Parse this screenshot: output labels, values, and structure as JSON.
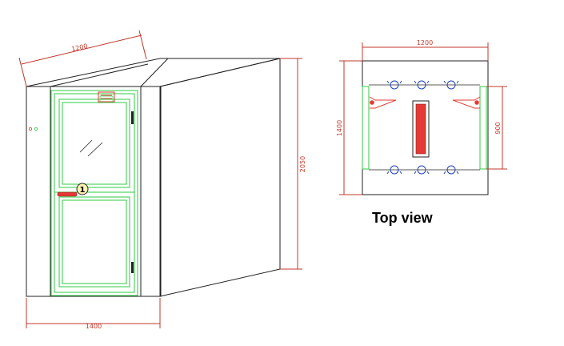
{
  "front_view": {
    "dim_width_top": "1200",
    "dim_height": "2050",
    "dim_depth_bottom": "1400",
    "callout_marker": "1"
  },
  "top_view": {
    "dim_width": "1200",
    "dim_depth": "1400",
    "dim_inner": "900",
    "caption": "Top view"
  },
  "colors": {
    "outline": "#222222",
    "dimension": "#c0392b",
    "door_frame": "#2ecc40",
    "fan_nozzle": "#1f3fbf",
    "accent_red": "#e53935"
  }
}
